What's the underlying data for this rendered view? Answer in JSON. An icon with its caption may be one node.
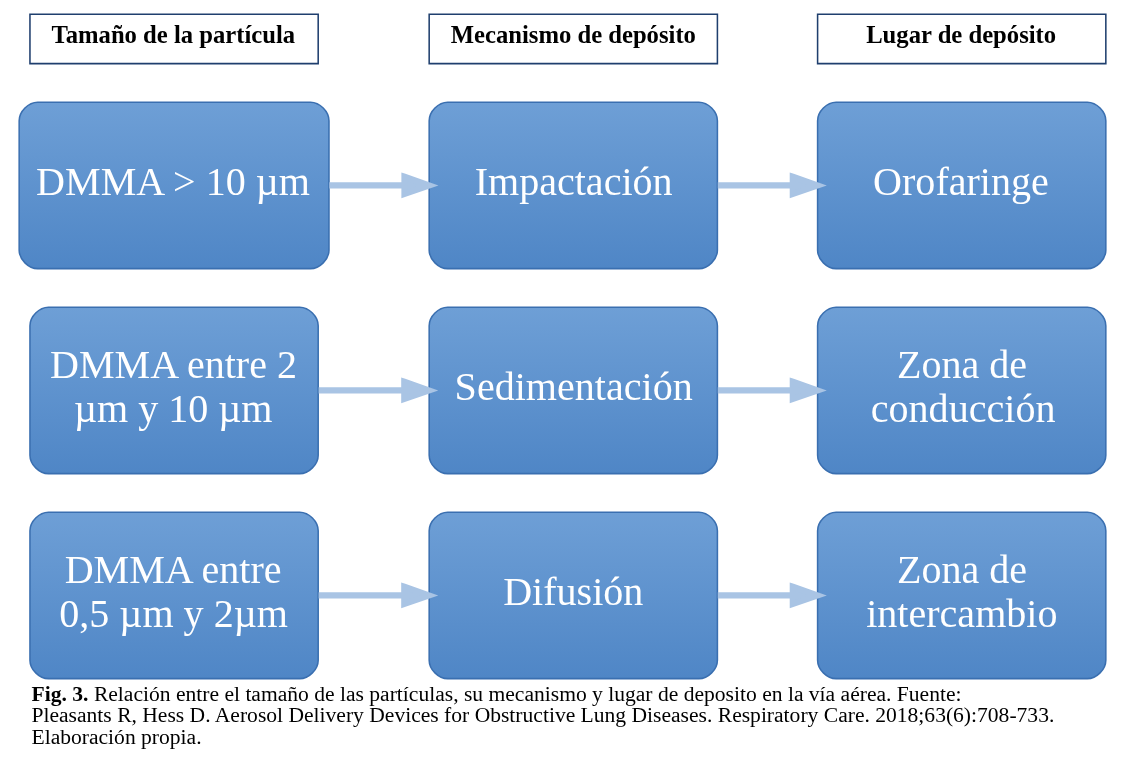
{
  "diagram": {
    "caption": "**Fig. 3.** Relación entre el tamaño de las partículas, su mecanismo y lugar de deposito en la vía aérea. Fuente: Pleasants R, Hess D. Aerosol Delivery Devices for Obstructive Lung Diseases. Respiratory Care. 2018;63(6):708-733.  Elaboración propia.",
    "nodes": [
      {
        "text": [
          "Tamaño de la partícula"
        ]
      },
      {
        "text": [
          "Mecanismo de depósito"
        ]
      },
      {
        "text": [
          "Lugar de depósito"
        ]
      },
      {
        "text": [
          "DMMA > 10 µm"
        ]
      },
      {
        "text": [
          "Impactación"
        ]
      },
      {
        "text": [
          "Orofaringe"
        ]
      },
      {
        "text": [
          "DMMA entre 2 µm y 10 µm"
        ]
      },
      {
        "text": [
          "Sedimentación"
        ]
      },
      {
        "text": [
          "Zona de conducción"
        ]
      },
      {
        "text": [
          "DMMA entre 0,5 µm y 2µm"
        ]
      },
      {
        "text": [
          "Difusión"
        ]
      },
      {
        "text": [
          "Zona de intercambio"
        ]
      }
    ],
    "edges": [
      {
        "from": 3,
        "to": 4,
        "arrow": "to"
      },
      {
        "from": 4,
        "to": 5,
        "arrow": "to"
      },
      {
        "from": 6,
        "to": 7,
        "arrow": "to"
      },
      {
        "from": 7,
        "to": 8,
        "arrow": "to"
      },
      {
        "from": 9,
        "to": 10,
        "arrow": "to"
      },
      {
        "from": 10,
        "to": 11,
        "arrow": "to"
      }
    ]
  }
}
